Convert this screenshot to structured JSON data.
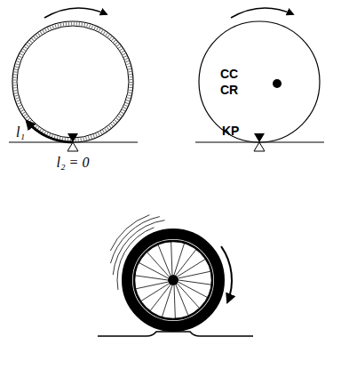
{
  "diagram": {
    "labels": [
      "l₁",
      "l₂ = 0",
      "CC",
      "CR",
      "KP"
    ]
  }
}
